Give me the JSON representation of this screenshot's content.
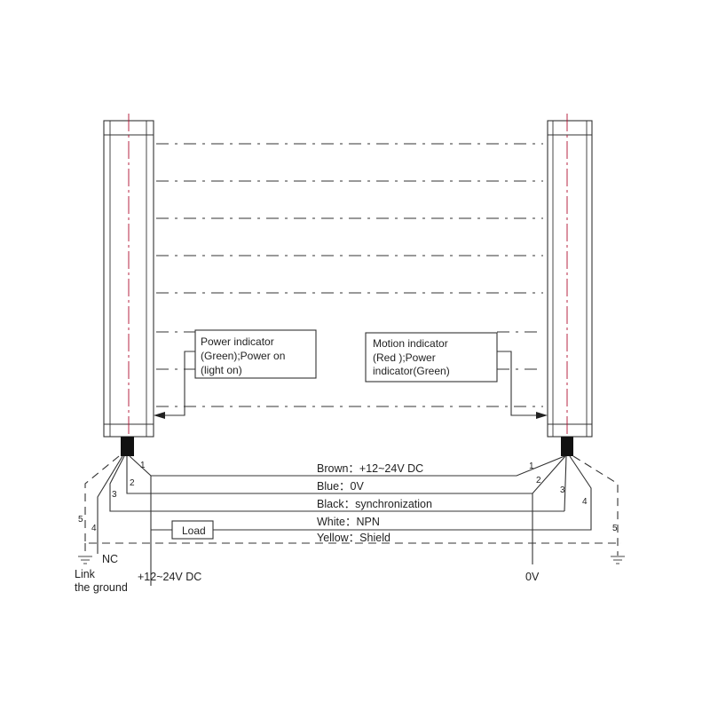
{
  "indicators": {
    "power": {
      "line1": "Power indicator",
      "line2": "(Green);Power on",
      "line3": "(light on)"
    },
    "motion": {
      "line1": "Motion indicator",
      "line2": "(Red );Power",
      "line3": "indicator(Green)"
    }
  },
  "wires": [
    {
      "label": "Brown：+12~24V DC"
    },
    {
      "label": "Blue：0V"
    },
    {
      "label": "Black：synchronization"
    },
    {
      "label": "White：NPN"
    },
    {
      "label": "Yellow：Shield"
    }
  ],
  "load_label": "Load",
  "pins": [
    "1",
    "2",
    "3",
    "4",
    "5"
  ],
  "bottom_labels": {
    "nc": "NC",
    "link_line1": "Link",
    "link_line2": "the ground",
    "supply": "+12~24V DC",
    "zero": "0V"
  }
}
